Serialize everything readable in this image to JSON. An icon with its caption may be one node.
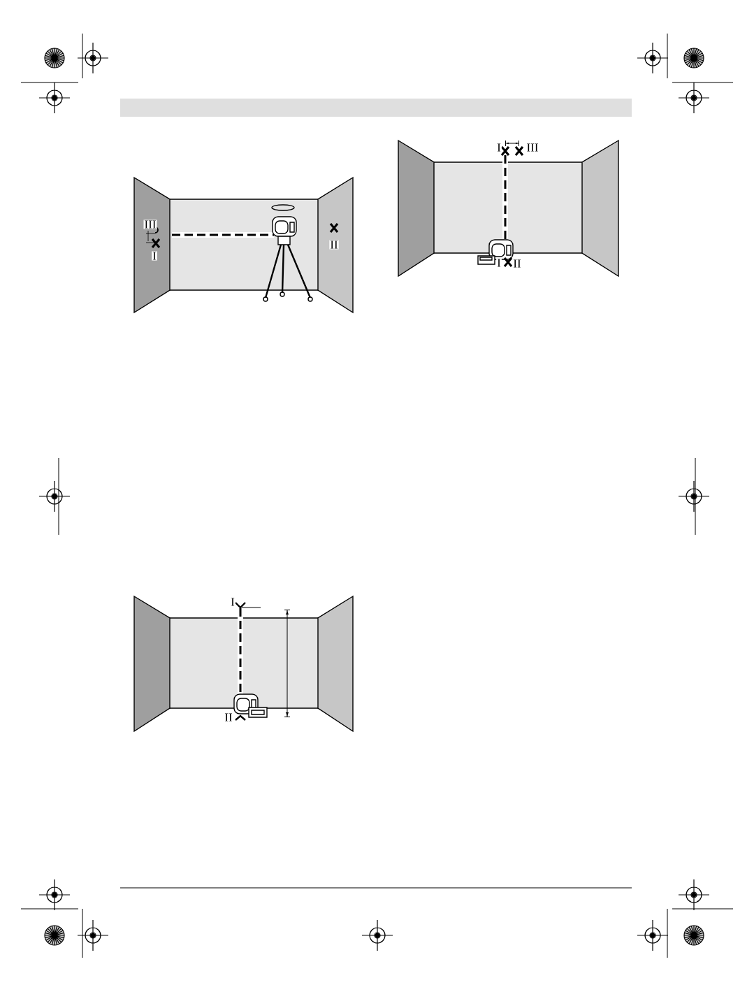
{
  "diagram": {
    "labels": [
      "III",
      "I",
      "II",
      "I",
      "III",
      "I",
      "II",
      "I",
      "II"
    ]
  }
}
